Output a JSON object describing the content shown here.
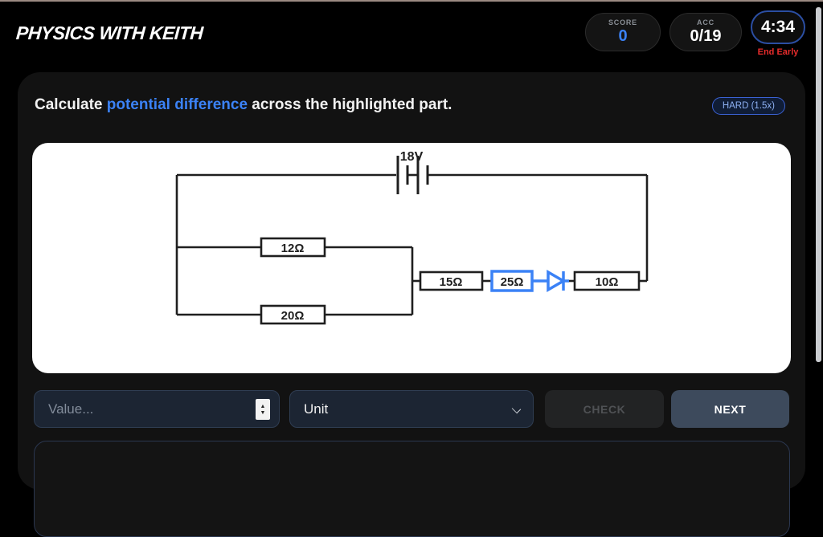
{
  "header": {
    "logo": "PHYSICS WITH KEITH",
    "score_label": "SCORE",
    "score_value": "0",
    "acc_label": "ACC",
    "acc_value": "0/19",
    "timer_value": "4:34",
    "end_early_label": "End Early"
  },
  "question": {
    "prefix": "Calculate ",
    "highlight": "potential difference",
    "suffix": " across the highlighted part.",
    "difficulty_badge": "HARD (1.5x)"
  },
  "circuit": {
    "battery_label": "18V",
    "resistor_top": "12Ω",
    "resistor_bottom": "20Ω",
    "resistor_series_left": "15Ω",
    "resistor_highlighted": "25Ω",
    "resistor_series_right": "10Ω",
    "highlighted_component": "25Ω resistor and diode",
    "diode": "diode-right"
  },
  "controls": {
    "value_placeholder": "Value...",
    "unit_selected": "Unit",
    "check_label": "CHECK",
    "next_label": "NEXT"
  },
  "colors": {
    "accent_blue": "#3b82f6",
    "timer_ring": "#2b4ea2",
    "end_early_red": "#e82c2c",
    "card_bg": "#121212",
    "input_bg": "#1c2533",
    "next_bg": "#3d4a5c",
    "wire_black": "#1f1f1f"
  }
}
